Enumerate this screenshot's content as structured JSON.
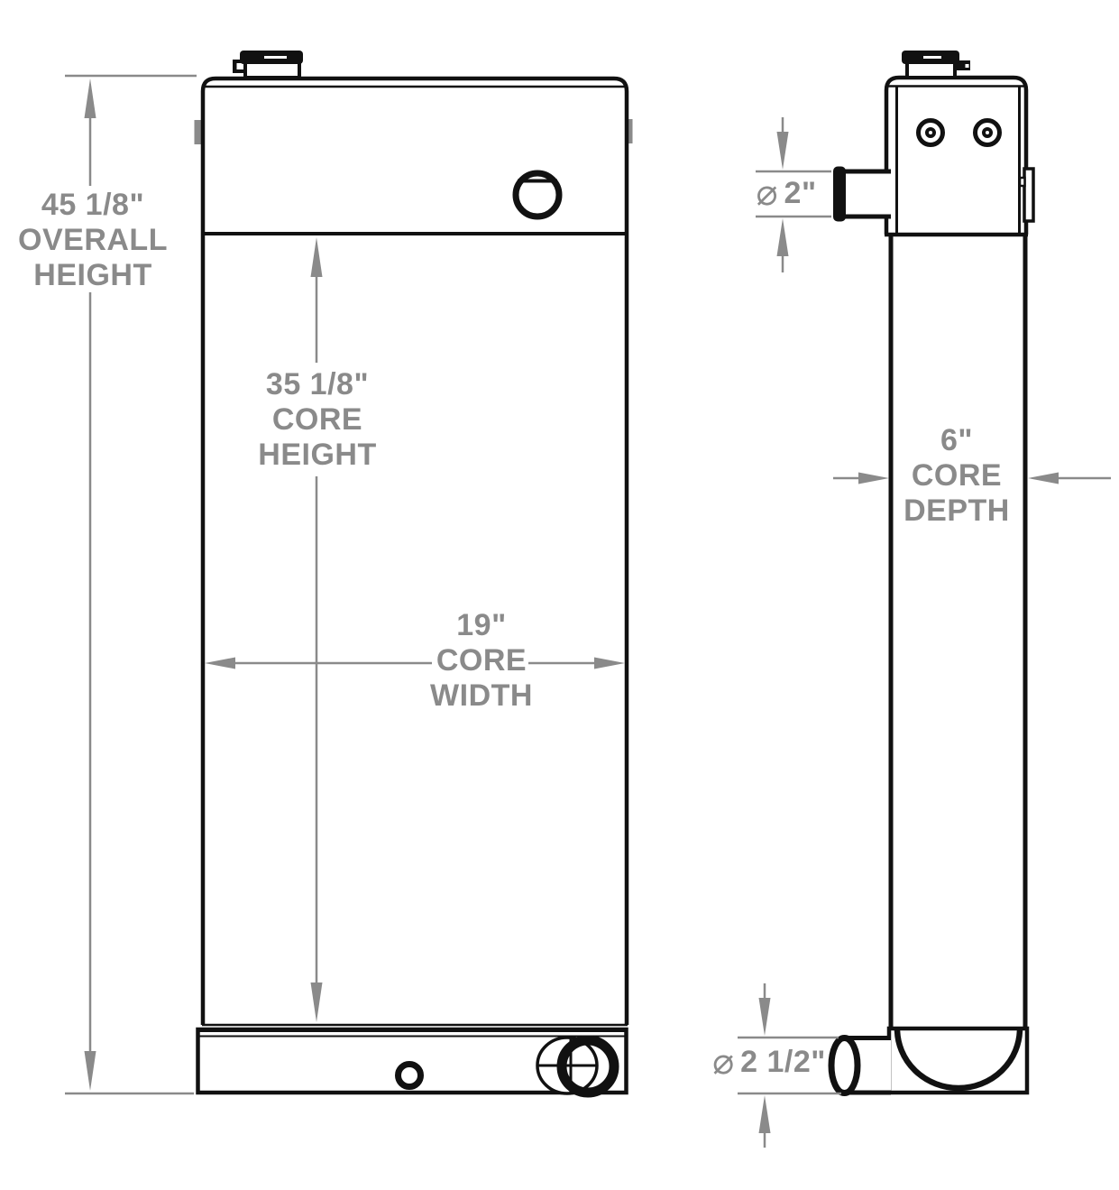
{
  "colors": {
    "outline": "#111111",
    "dimension": "#8a8a8a",
    "background": "#ffffff"
  },
  "dimensions": {
    "overall_height": {
      "value": "45 1/8\"",
      "label_line_1": "OVERALL",
      "label_line_2": "HEIGHT"
    },
    "core_height": {
      "value": "35 1/8\"",
      "label_line_1": "CORE",
      "label_line_2": "HEIGHT"
    },
    "core_width": {
      "value": "19\"",
      "label_line_1": "CORE",
      "label_line_2": "WIDTH"
    },
    "core_depth": {
      "value": "6\"",
      "label_line_1": "CORE",
      "label_line_2": "DEPTH"
    },
    "inlet_port": {
      "symbol": "⌀",
      "value": "2\""
    },
    "outlet_port": {
      "symbol": "⌀",
      "value": "2 1/2\""
    }
  }
}
